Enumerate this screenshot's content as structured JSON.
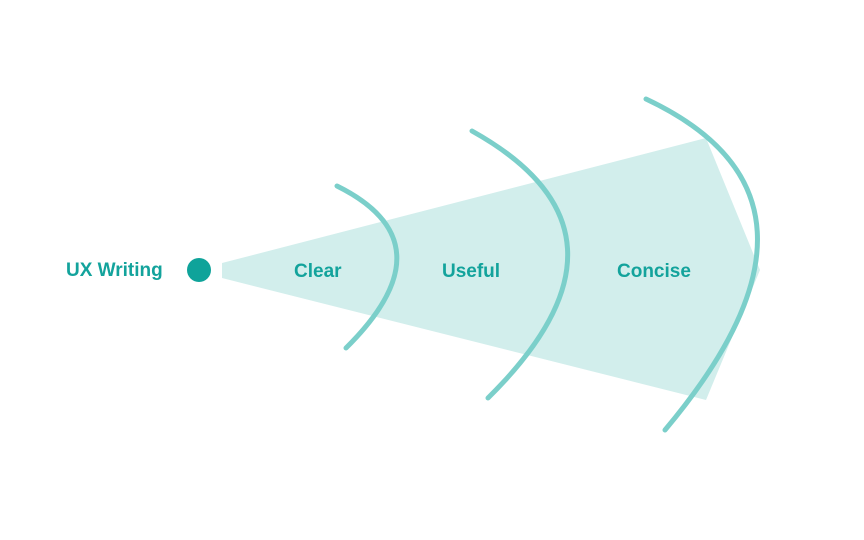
{
  "diagram": {
    "origin_label": "UX Writing",
    "stages": [
      {
        "label": "Clear"
      },
      {
        "label": "Useful"
      },
      {
        "label": "Concise"
      }
    ]
  },
  "colors": {
    "text": "#13a39c",
    "dot": "#0fa39a",
    "arc": "#7bcfca",
    "beam": "#d2eeec"
  }
}
